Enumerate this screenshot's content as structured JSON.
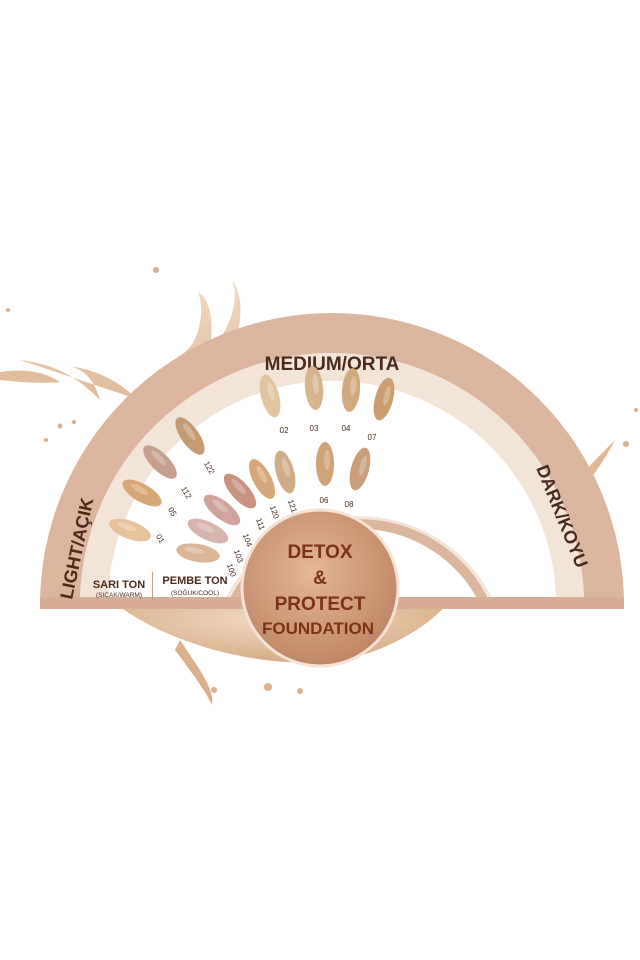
{
  "ring_labels": {
    "light": "LIGHT/AÇIK",
    "medium": "MEDIUM/ORTA",
    "dark": "DARK/KOYU"
  },
  "center": {
    "line1": "DETOX",
    "line2": "&",
    "line3": "PROTECT",
    "line4": "FOUNDATION"
  },
  "tone_groups": {
    "warm": {
      "title": "SARI TON",
      "subtitle": "(SICAK/WARM)"
    },
    "cool": {
      "title": "PEMBE TON",
      "subtitle": "(SOĞUK/COOL)"
    }
  },
  "shades": [
    {
      "code": "01",
      "color": "#e8c39a"
    },
    {
      "code": "05",
      "color": "#d6a777"
    },
    {
      "code": "112",
      "color": "#c9a08d"
    },
    {
      "code": "122",
      "color": "#c59b74"
    },
    {
      "code": "100",
      "color": "#dbb596"
    },
    {
      "code": "103",
      "color": "#d7b4ad"
    },
    {
      "code": "104",
      "color": "#cfa49c"
    },
    {
      "code": "111",
      "color": "#c99381"
    },
    {
      "code": "120",
      "color": "#d6a77a"
    },
    {
      "code": "121",
      "color": "#d1ac88"
    },
    {
      "code": "02",
      "color": "#e3c3a0"
    },
    {
      "code": "03",
      "color": "#d8b48d"
    },
    {
      "code": "04",
      "color": "#d2a97e"
    },
    {
      "code": "07",
      "color": "#cb9e72"
    },
    {
      "code": "06",
      "color": "#cfa47a"
    },
    {
      "code": "08",
      "color": "#c9a07a"
    }
  ],
  "colors": {
    "ring": "#d9b49c",
    "ring_text": "#4a2a1c",
    "center_fill": "#c8906f",
    "center_text": "#7a3218",
    "splash": "#e6c3a3"
  }
}
